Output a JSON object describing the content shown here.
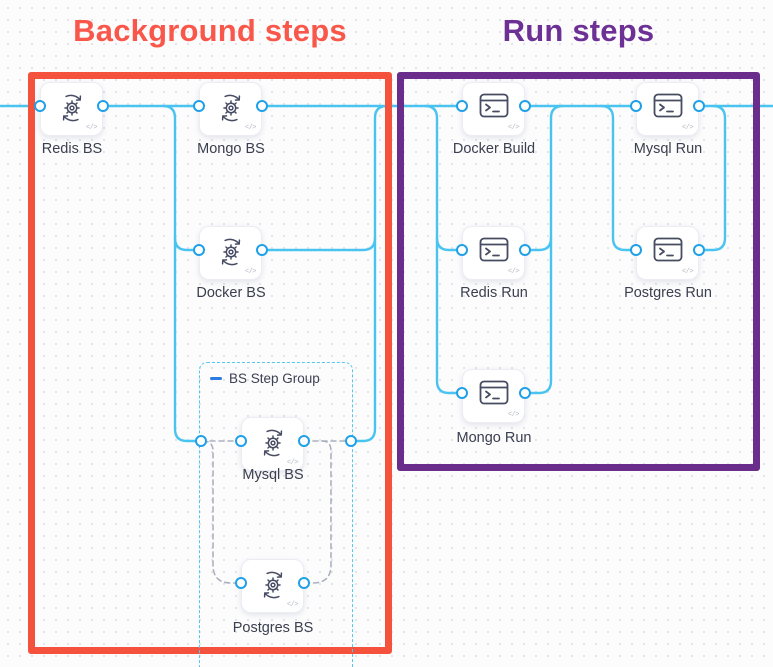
{
  "titles": {
    "background": "Background steps",
    "run": "Run steps"
  },
  "group": {
    "label": "BS Step Group"
  },
  "nodes": {
    "redis_bs": {
      "label": "Redis BS",
      "icon": "sync-gear-icon"
    },
    "mongo_bs": {
      "label": "Mongo BS",
      "icon": "sync-gear-icon"
    },
    "docker_bs": {
      "label": "Docker BS",
      "icon": "sync-gear-icon"
    },
    "mysql_bs": {
      "label": "Mysql BS",
      "icon": "sync-gear-icon"
    },
    "postgres_bs": {
      "label": "Postgres BS",
      "icon": "sync-gear-icon"
    },
    "docker_build": {
      "label": "Docker Build",
      "icon": "terminal-icon"
    },
    "mysql_run": {
      "label": "Mysql Run",
      "icon": "terminal-icon"
    },
    "redis_run": {
      "label": "Redis Run",
      "icon": "terminal-icon"
    },
    "postgres_run": {
      "label": "Postgres Run",
      "icon": "terminal-icon"
    },
    "mongo_run": {
      "label": "Mongo Run",
      "icon": "terminal-icon"
    }
  },
  "badge": {
    "code": "</>"
  },
  "colors": {
    "background_box": "#f5523e",
    "background_title": "#fa574b",
    "run_box": "#6a2d8c",
    "run_title": "#6d3196",
    "connector": "#49c3f0",
    "connector_dashed": "#acb1bf",
    "port_ring": "#1fa0e8",
    "group_border": "#54c6f2",
    "collapse_icon": "#2b7ce0",
    "node_label": "#3b4050"
  }
}
